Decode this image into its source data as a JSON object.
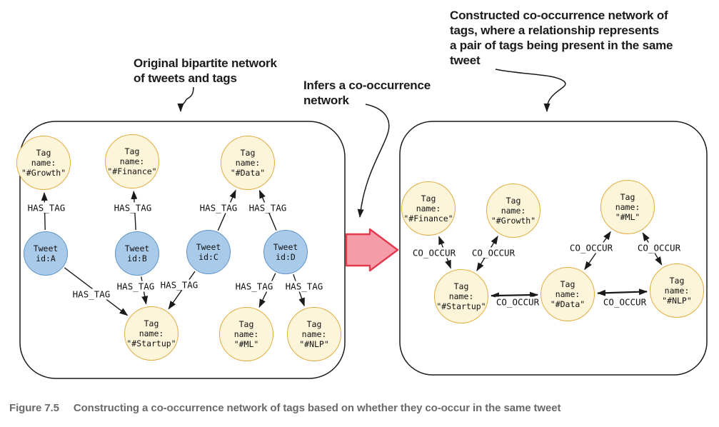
{
  "figure_caption": {
    "label": "Figure 7.5",
    "text": "Constructing a co-occurrence network of tags based on whether they co-occur in the same tweet"
  },
  "annotations": {
    "bipartite_label": "Original bipartite network\nof tweets and tags",
    "infers_label": "Infers a co-occurrence\nnetwork",
    "constructed_label": "Constructed co-occurrence network of\ntags, where a relationship represents\na pair of tags being present in the same\ntweet"
  },
  "colors": {
    "tag_fill": "#FCF5D9",
    "tag_border": "#E2AC3F",
    "tweet_fill": "#A9CBE9",
    "tweet_border": "#5F92C8",
    "transform_arrow_fill": "#F49DA9",
    "transform_arrow_border": "#E23A4E",
    "line": "#1a1a1a",
    "caption": "#696A6C"
  },
  "bipartite_network": {
    "nodes": [
      {
        "id": "growth",
        "kind": "tag",
        "lines": "Tag\nname:\n\"#Growth\""
      },
      {
        "id": "finance",
        "kind": "tag",
        "lines": "Tag\nname:\n\"#Finance\""
      },
      {
        "id": "data",
        "kind": "tag",
        "lines": "Tag\nname:\n\"#Data\""
      },
      {
        "id": "startup",
        "kind": "tag",
        "lines": "Tag\nname:\n\"#Startup\""
      },
      {
        "id": "ml",
        "kind": "tag",
        "lines": "Tag\nname:\n\"#ML\""
      },
      {
        "id": "nlp",
        "kind": "tag",
        "lines": "Tag\nname:\n\"#NLP\""
      },
      {
        "id": "tweetA",
        "kind": "tweet",
        "lines": "Tweet\nid:A"
      },
      {
        "id": "tweetB",
        "kind": "tweet",
        "lines": "Tweet\nid:B"
      },
      {
        "id": "tweetC",
        "kind": "tweet",
        "lines": "Tweet\nid:C"
      },
      {
        "id": "tweetD",
        "kind": "tweet",
        "lines": "Tweet\nid:D"
      }
    ],
    "edges": [
      {
        "from": "tweetA",
        "to": "growth",
        "label": "HAS_TAG"
      },
      {
        "from": "tweetB",
        "to": "finance",
        "label": "HAS_TAG"
      },
      {
        "from": "tweetC",
        "to": "data",
        "label": "HAS_TAG"
      },
      {
        "from": "tweetD",
        "to": "data",
        "label": "HAS_TAG"
      },
      {
        "from": "tweetA",
        "to": "startup",
        "label": "HAS_TAG"
      },
      {
        "from": "tweetB",
        "to": "startup",
        "label": "HAS_TAG"
      },
      {
        "from": "tweetC",
        "to": "startup",
        "label": "HAS_TAG"
      },
      {
        "from": "tweetD",
        "to": "ml",
        "label": "HAS_TAG"
      },
      {
        "from": "tweetD",
        "to": "nlp",
        "label": "HAS_TAG"
      }
    ]
  },
  "cooccurrence_network": {
    "nodes": [
      {
        "id": "finance",
        "kind": "tag",
        "lines": "Tag\nname:\n\"#Finance\""
      },
      {
        "id": "growth",
        "kind": "tag",
        "lines": "Tag\nname:\n\"#Growth\""
      },
      {
        "id": "ml",
        "kind": "tag",
        "lines": "Tag\nname:\n\"#ML\""
      },
      {
        "id": "startup",
        "kind": "tag",
        "lines": "Tag\nname:\n\"#Startup\""
      },
      {
        "id": "data",
        "kind": "tag",
        "lines": "Tag\nname:\n\"#Data\""
      },
      {
        "id": "nlp",
        "kind": "tag",
        "lines": "Tag\nname:\n\"#NLP\""
      }
    ],
    "edges": [
      {
        "from": "startup",
        "to": "finance",
        "label": "CO_OCCUR",
        "bidirectional": true
      },
      {
        "from": "startup",
        "to": "growth",
        "label": "CO_OCCUR",
        "bidirectional": true
      },
      {
        "from": "startup",
        "to": "data",
        "label": "CO_OCCUR",
        "bidirectional": true
      },
      {
        "from": "data",
        "to": "ml",
        "label": "CO_OCCUR",
        "bidirectional": true
      },
      {
        "from": "ml",
        "to": "nlp",
        "label": "CO_OCCUR",
        "bidirectional": true
      },
      {
        "from": "data",
        "to": "nlp",
        "label": "CO_OCCUR",
        "bidirectional": true
      }
    ]
  }
}
